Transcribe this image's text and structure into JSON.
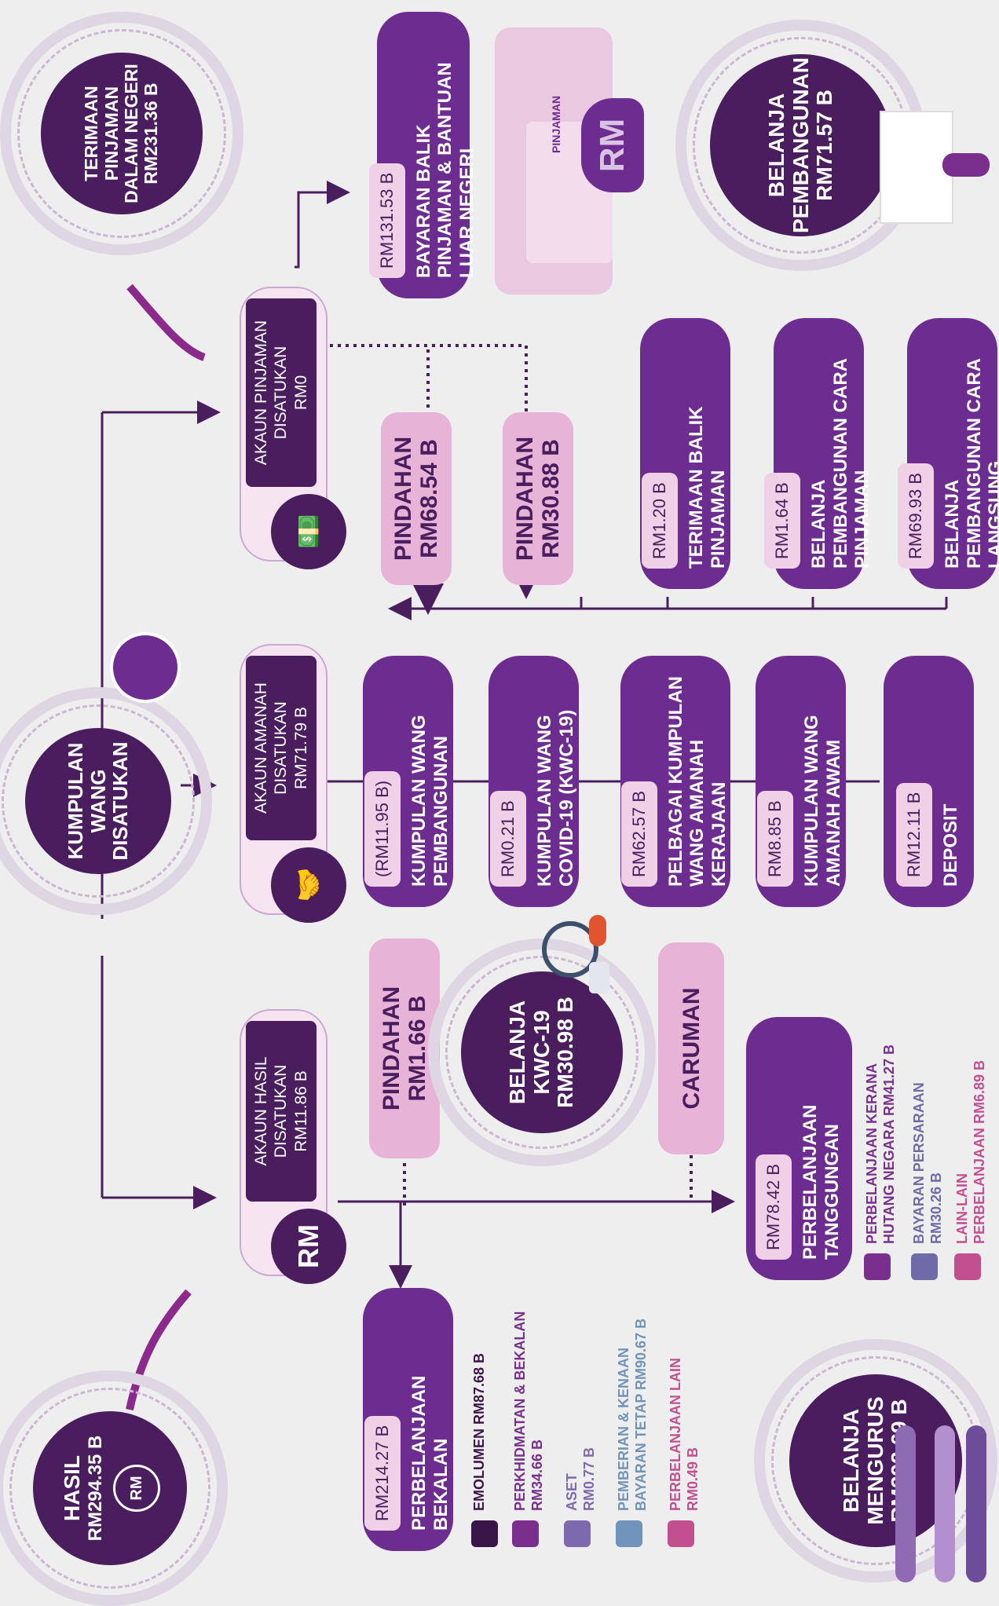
{
  "sources": {
    "hasil": {
      "label": "HASIL",
      "amount": "RM294.35 B"
    },
    "kumpulan_wang": {
      "label_lines": [
        "KUMPULAN",
        "WANG",
        "DISATUKAN"
      ]
    },
    "terimaan_pinjaman": {
      "label_lines": [
        "TERIMAAN",
        "PINJAMAN",
        "DALAM NEGERI"
      ],
      "amount": "RM231.36 B"
    }
  },
  "accounts": {
    "hasil": {
      "lines": [
        "AKAUN HASIL",
        "DISATUKAN",
        "RM11.86 B"
      ],
      "icon": "RM"
    },
    "amanah": {
      "lines": [
        "AKAUN AMANAH",
        "DISATUKAN",
        "RM71.79 B"
      ],
      "icon": "handshake-icon"
    },
    "pinjaman": {
      "lines": [
        "AKAUN PINJAMAN",
        "DISATUKAN",
        "RM0"
      ],
      "icon": "money-stack-icon"
    }
  },
  "funds": [
    {
      "amount": "(RM11.95 B)",
      "label": "KUMPULAN WANG PEMBANGUNAN"
    },
    {
      "amount": "RM0.21 B",
      "label": "KUMPULAN WANG COVID-19 (KWC-19)"
    },
    {
      "amount": "RM62.57 B",
      "label": "PELBAGAI KUMPULAN WANG AMANAH KERAJAAN"
    },
    {
      "amount": "RM8.85 B",
      "label": "KUMPULAN WANG AMANAH AWAM"
    },
    {
      "amount": "RM12.11 B",
      "label": "DEPOSIT"
    }
  ],
  "transfers": {
    "pindahan_1": {
      "label": "PINDAHAN",
      "amount": "RM68.54 B"
    },
    "pindahan_2": {
      "label": "PINDAHAN",
      "amount": "RM30.88 B"
    },
    "pindahan_3": {
      "label": "PINDAHAN",
      "amount": "RM1.66 B"
    },
    "caruman": {
      "label": "CARUMAN"
    }
  },
  "pinjaman_items": [
    {
      "amount": "RM1.20 B",
      "label": "TERIMAAN BALIK PINJAMAN"
    },
    {
      "amount": "RM1.64 B",
      "label": "BELANJA PEMBANGUNAN CARA PINJAMAN"
    },
    {
      "amount": "RM69.93 B",
      "label": "BELANJA PEMBANGUNAN CARA LANGSUNG"
    }
  ],
  "bayaran_balik": {
    "amount": "RM131.53 B",
    "label": "BAYARAN BALIK PINJAMAN & BANTUAN LUAR NEGERI"
  },
  "belanja_pembangunan": {
    "label_lines": [
      "BELANJA",
      "PEMBANGUNAN"
    ],
    "amount": "RM71.57 B"
  },
  "belanja_kwc": {
    "label_lines": [
      "BELANJA",
      "KWC-19"
    ],
    "amount": "RM30.98 B"
  },
  "belanja_mengurus": {
    "label_lines": [
      "BELANJA",
      "MENGURUS"
    ],
    "amount": "RM292.69 B"
  },
  "bekalan": {
    "amount": "RM214.27 B",
    "label": "PERBELANJAAN BEKALAN"
  },
  "tanggungan": {
    "amount": "RM78.42 B",
    "label": "PERBELANJAAN TANGGUNGAN"
  },
  "bekalan_legend": [
    {
      "lines": [
        "EMOLUMEN RM87.68 B"
      ],
      "color": "#3a1547"
    },
    {
      "lines": [
        "PERKHIDMATAN & BEKALAN",
        "RM34.66 B"
      ],
      "color": "#7a2e8e"
    },
    {
      "lines": [
        "ASET",
        "RM0.77 B"
      ],
      "color": "#7d69ad"
    },
    {
      "lines": [
        "PEMBERIAN & KENAAN",
        "BAYARAN TETAP RM90.67 B"
      ],
      "color": "#6f93ba"
    },
    {
      "lines": [
        "PERBELANJAAN LAIN",
        "RM0.49 B"
      ],
      "color": "#c24f8f"
    }
  ],
  "tanggungan_legend": [
    {
      "lines": [
        "PERBELANJAAN KERANA",
        "HUTANG NEGARA RM41.27 B"
      ],
      "color": "#7a2e8e"
    },
    {
      "lines": [
        "BAYARAN PERSARAAN",
        "RM30.26 B"
      ],
      "color": "#6f6aa8"
    },
    {
      "lines": [
        "LAIN-LAIN",
        "PERBELANJAAN RM6.89 B"
      ],
      "color": "#c24f8f"
    }
  ],
  "illustration_text": {
    "pinjaman": "PINJAMAN",
    "rm": "RM"
  }
}
